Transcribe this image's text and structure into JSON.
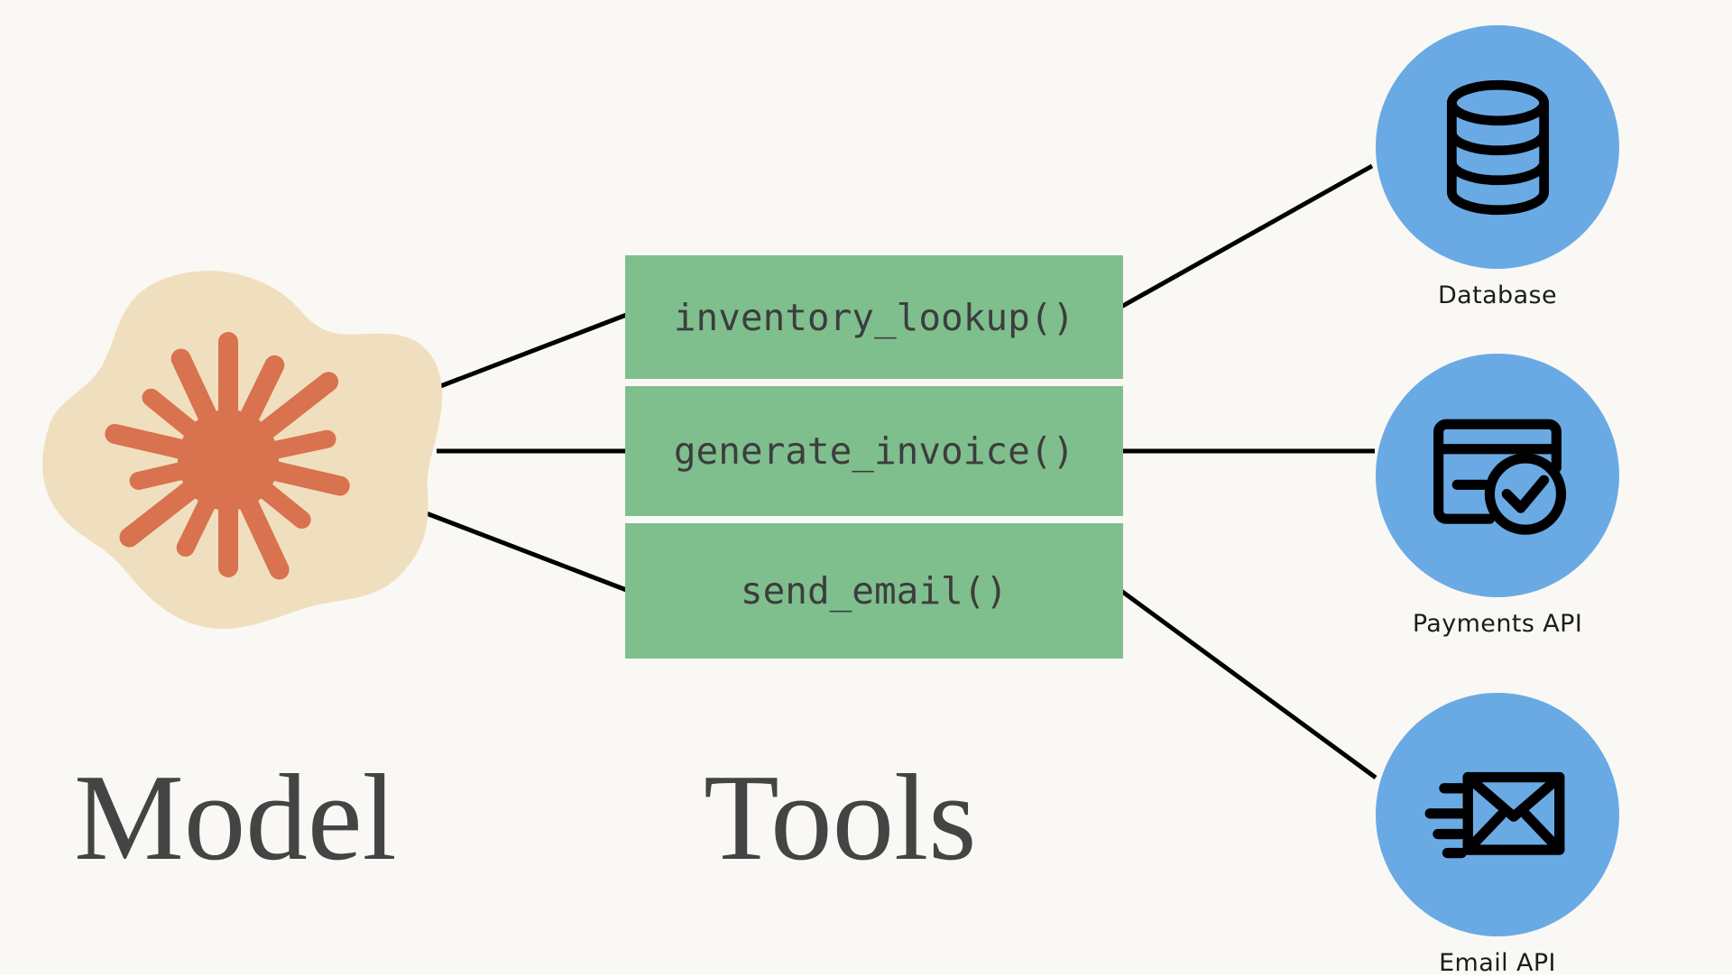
{
  "theme": {
    "background": "#faf8f4",
    "blob_fill": "#f0dfbe",
    "burst_fill": "#d9724e",
    "tool_box_fill": "#7fbf8e",
    "tool_text": "#3d3d3d",
    "service_circle_fill": "#6aaae4",
    "icon_stroke": "#000000",
    "caption_text": "#444444",
    "connector_stroke": "#000000"
  },
  "diagram": {
    "type": "flow",
    "title": "",
    "columns": [
      {
        "id": "model",
        "caption": "Model"
      },
      {
        "id": "tools",
        "caption": "Tools"
      },
      {
        "id": "services",
        "caption": ""
      }
    ]
  },
  "model": {
    "caption": "Model",
    "icon": "starburst-icon",
    "ray_count": 14
  },
  "tools": {
    "caption": "Tools",
    "items": [
      {
        "id": "inventory-lookup",
        "label": "inventory_lookup()"
      },
      {
        "id": "generate-invoice",
        "label": "generate_invoice()"
      },
      {
        "id": "send-email",
        "label": "send_email()"
      }
    ]
  },
  "services": {
    "items": [
      {
        "id": "database",
        "label": "Database",
        "icon": "database-icon"
      },
      {
        "id": "payments-api",
        "label": "Payments API",
        "icon": "credit-card-check-icon"
      },
      {
        "id": "email-api",
        "label": "Email API",
        "icon": "envelope-send-icon"
      }
    ]
  },
  "connections": [
    {
      "from": "model",
      "to": "inventory-lookup"
    },
    {
      "from": "model",
      "to": "generate-invoice"
    },
    {
      "from": "model",
      "to": "send-email"
    },
    {
      "from": "inventory-lookup",
      "to": "database"
    },
    {
      "from": "generate-invoice",
      "to": "payments-api"
    },
    {
      "from": "send-email",
      "to": "email-api"
    }
  ]
}
